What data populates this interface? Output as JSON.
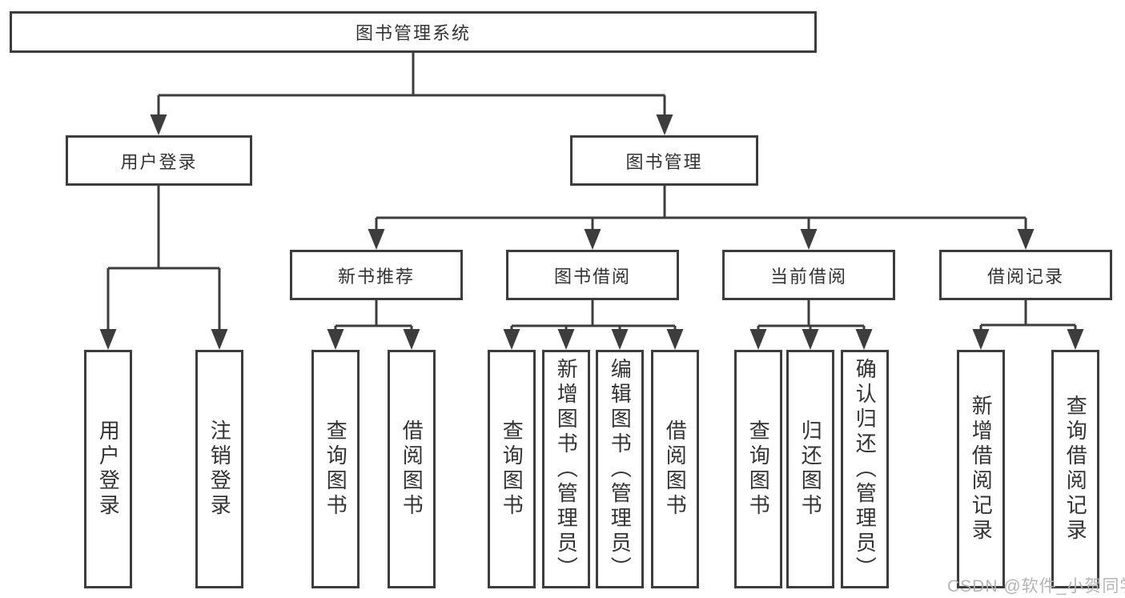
{
  "tree": {
    "root": {
      "label": "图书管理系统"
    },
    "branches": [
      {
        "label": "用户登录",
        "children": [
          {
            "label": "用户登录"
          },
          {
            "label": "注销登录"
          }
        ]
      },
      {
        "label": "图书管理",
        "children": [
          {
            "label": "新书推荐",
            "children": [
              {
                "label": "查询图书"
              },
              {
                "label": "借阅图书"
              }
            ]
          },
          {
            "label": "图书借阅",
            "children": [
              {
                "label": "查询图书"
              },
              {
                "label": "新增图书（管理员）"
              },
              {
                "label": "编辑图书（管理员）"
              },
              {
                "label": "借阅图书"
              }
            ]
          },
          {
            "label": "当前借阅",
            "children": [
              {
                "label": "查询图书"
              },
              {
                "label": "归还图书"
              },
              {
                "label": "确认归还（管理员）"
              }
            ]
          },
          {
            "label": "借阅记录",
            "children": [
              {
                "label": "新增借阅记录"
              },
              {
                "label": "查询借阅记录"
              }
            ]
          }
        ]
      }
    ]
  },
  "watermark": "CSDN @软件_小贺同学",
  "colors": {
    "line": "#3d3d3d",
    "box_border": "#3d3d3d",
    "text": "#333333",
    "watermark_text": "#b2b2b2",
    "background": "#ffffff"
  }
}
